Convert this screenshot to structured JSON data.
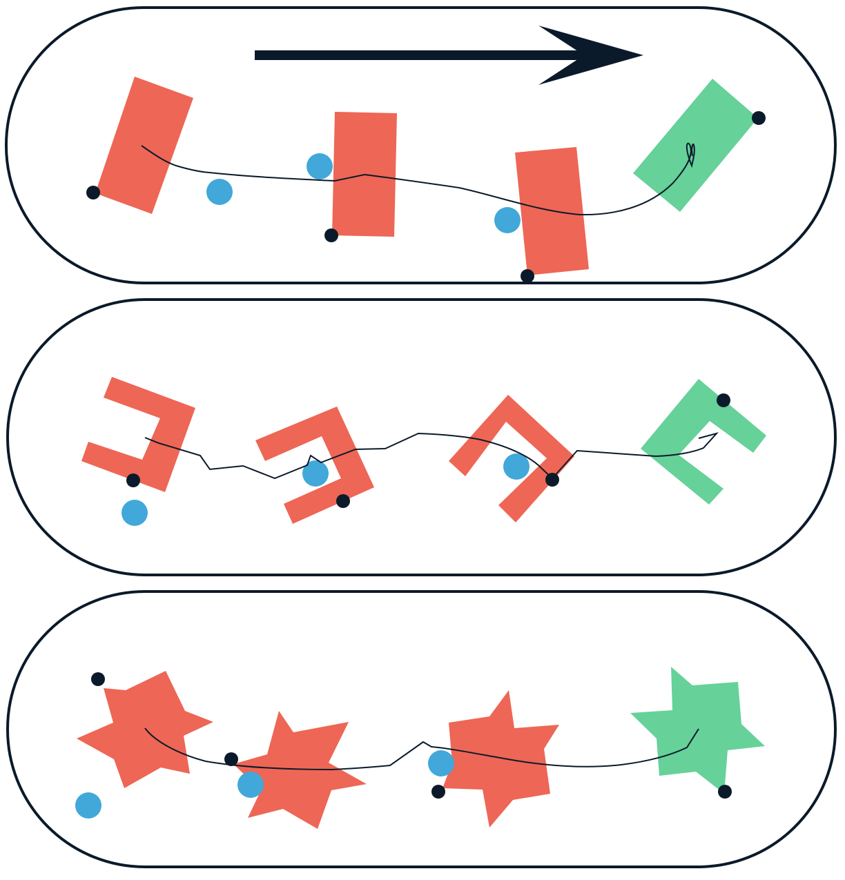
{
  "colors": {
    "outline": "#0b1a2a",
    "moving_shape": "#ee6655",
    "goal_shape": "#66d199",
    "dot": "#41a8d9",
    "anchor": "#0b1a2a",
    "path": "#0b1a2a"
  },
  "direction": {
    "icon": "right-arrow-icon"
  },
  "panels": [
    {
      "shape": "rectangle",
      "steps": 4,
      "goal_count": 1
    },
    {
      "shape": "bracket",
      "steps": 4,
      "goal_count": 1
    },
    {
      "shape": "star",
      "steps": 4,
      "goal_count": 1
    }
  ]
}
